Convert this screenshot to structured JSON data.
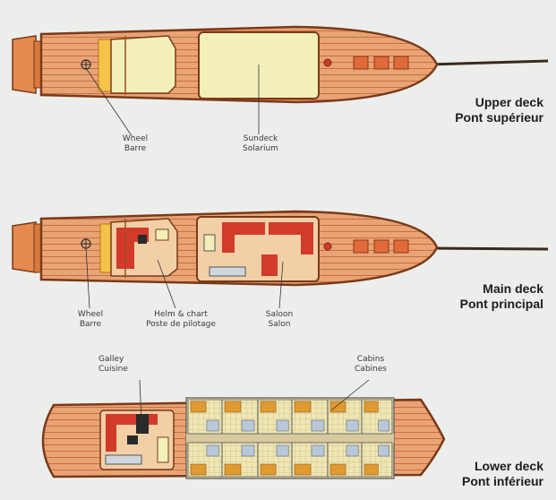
{
  "decks": [
    {
      "id": "upper",
      "title_en": "Upper deck",
      "title_fr": "Pont supérieur",
      "callouts": [
        {
          "en": "Wheel",
          "fr": "Barre"
        },
        {
          "en": "Sundeck",
          "fr": "Solarium"
        }
      ]
    },
    {
      "id": "main",
      "title_en": "Main deck",
      "title_fr": "Pont principal",
      "callouts": [
        {
          "en": "Wheel",
          "fr": "Barre"
        },
        {
          "en": "Helm & chart",
          "fr": "Poste de pilotage"
        },
        {
          "en": "Saloon",
          "fr": "Salon"
        }
      ]
    },
    {
      "id": "lower",
      "title_en": "Lower deck",
      "title_fr": "Pont inférieur",
      "callouts": [
        {
          "en": "Galley",
          "fr": "Cuisine"
        },
        {
          "en": "Cabins",
          "fr": "Cabines"
        }
      ]
    }
  ],
  "colors": {
    "hull_fill": "#e8a474",
    "hull_stroke": "#7a3a1a",
    "plank": "#c9663e",
    "sundeck": "#f2f0b8",
    "room_red": "#d23a2a",
    "cabin_floor": "#f0e6b0",
    "cabin_orange": "#e09a32",
    "cabin_blue": "#b8c8d8"
  }
}
